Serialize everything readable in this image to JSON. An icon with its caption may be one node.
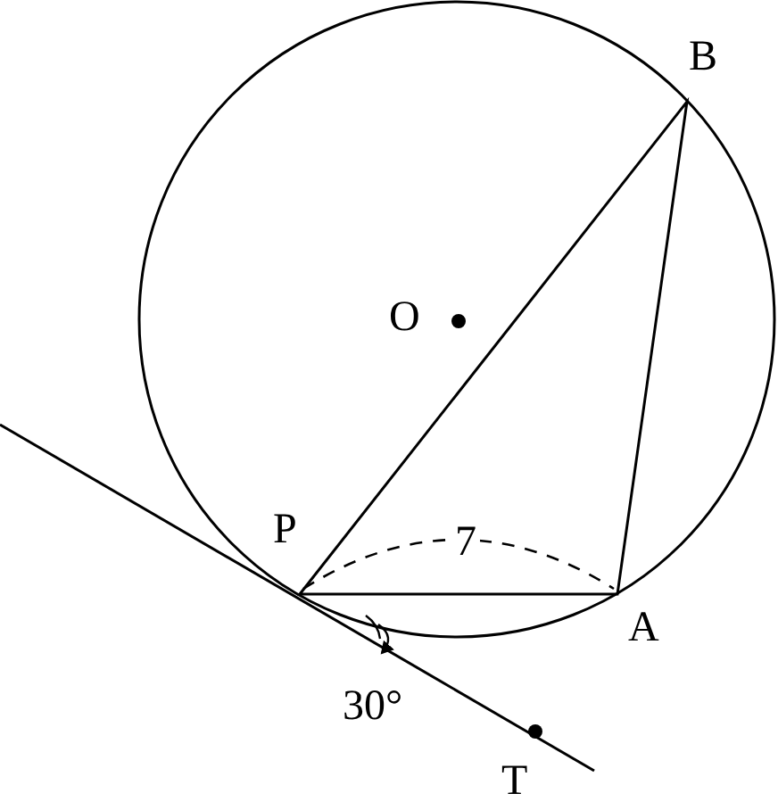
{
  "diagram": {
    "labels": [
      "B",
      "O",
      "P",
      "7",
      "A",
      "30°",
      "T"
    ]
  }
}
